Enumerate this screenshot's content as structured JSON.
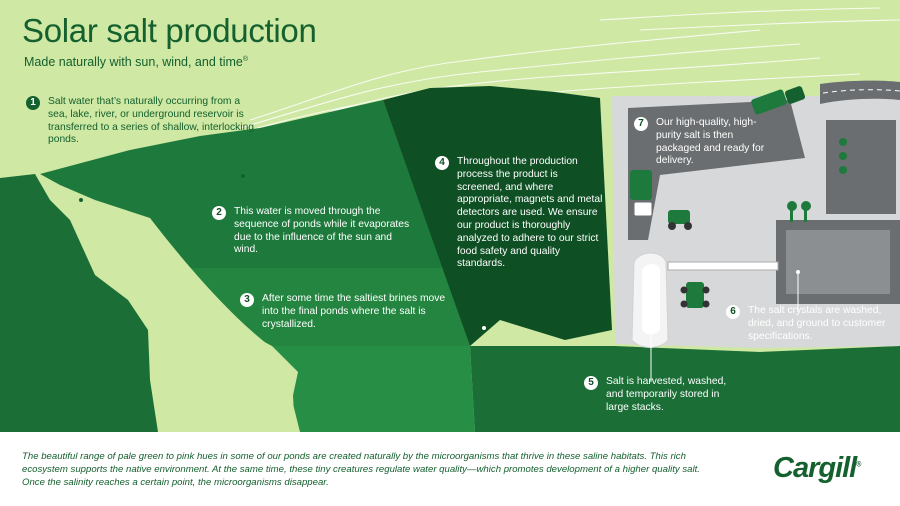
{
  "header": {
    "title": "Solar salt production",
    "subtitle": "Made naturally with sun, wind, and time",
    "subtitle_mark": "®"
  },
  "steps": [
    {
      "number": "1",
      "text": "Salt water that’s naturally occurring from a sea, lake, river, or underground reservoir is transferred to a series of shallow, interlocking ponds."
    },
    {
      "number": "2",
      "text": "This water is moved through the sequence of ponds while it evaporates due to the influence of the sun and wind."
    },
    {
      "number": "3",
      "text": "After some time the saltiest brines move into the final ponds where the salt is crystallized."
    },
    {
      "number": "4",
      "text": "Throughout the production process the product is screened, and where appropriate, magnets and metal detectors are used. We ensure our product is thoroughly analyzed to adhere to our strict food safety and quality standards."
    },
    {
      "number": "5",
      "text": "Salt is harvested, washed, and temporarily stored in large stacks."
    },
    {
      "number": "6",
      "text": "The salt crystals are washed, dried, and ground to customer specifications."
    },
    {
      "number": "7",
      "text": "Our high-quality, high-purity salt is then packaged and ready for delivery."
    }
  ],
  "footer": {
    "note": "The beautiful range of pale green to pink hues in some of our ponds are created naturally by the microorganisms that thrive in these saline habitats. This rich ecosystem supports the native environment. At the same time, these tiny creatures regulate water quality—which promotes development of a higher quality salt. Once the salinity reaches a certain point, the microorganisms disappear.",
    "logo": "Cargill",
    "logo_mark": "®"
  },
  "colors": {
    "brand_green": "#14602e",
    "pale_green": "#cfe8a4",
    "pond_green": "#1e7a3c",
    "dark_green": "#0f4f24",
    "gray": "#d7d8d9",
    "road": "#6b6e70"
  }
}
